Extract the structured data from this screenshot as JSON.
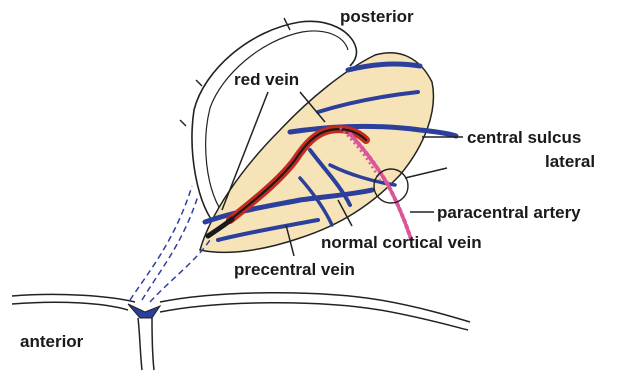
{
  "labels": {
    "posterior": "posterior",
    "anterior": "anterior",
    "red_vein": "red vein",
    "central_sulcus": "central sulcus",
    "lateral": "lateral",
    "paracentral_artery": "paracentral artery",
    "normal_cortical_vein": "normal cortical vein",
    "precentral_vein": "precentral vein"
  },
  "colors": {
    "cortex_fill": "#f6e4b8",
    "vein_blue": "#2c3f9c",
    "red_vein": "#c42a1f",
    "artery_pink": "#d9569a",
    "outline": "#222222"
  }
}
